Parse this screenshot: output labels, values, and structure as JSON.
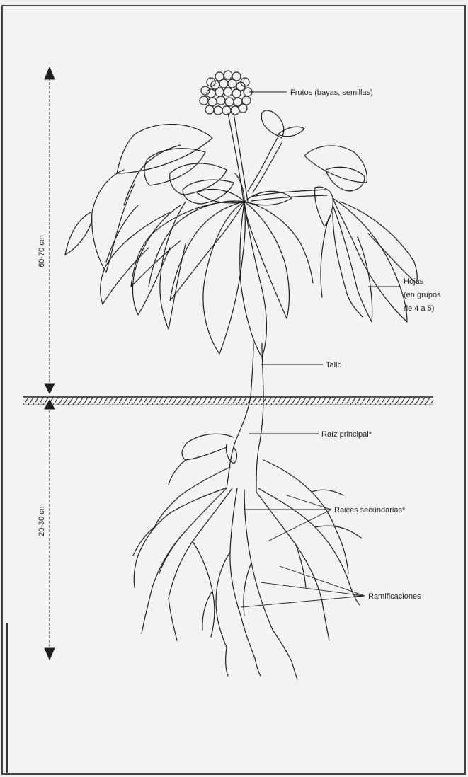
{
  "colors": {
    "paper": "#f3f3f1",
    "ink": "#1e1e1e",
    "frame": "#444444"
  },
  "dimensions": {
    "above_ground": "60-70 cm",
    "below_ground": "20-30 cm"
  },
  "labels": {
    "fruits": "Frutos (bayas, semillas)",
    "leaves_line1": "Hojas",
    "leaves_line2": "(en grupos",
    "leaves_line3": "de 4 a 5)",
    "stem": "Tallo",
    "main_root": "Raíz principal*",
    "secondary_roots": "Raices secundarias*",
    "branches": "Ramificaciones"
  }
}
